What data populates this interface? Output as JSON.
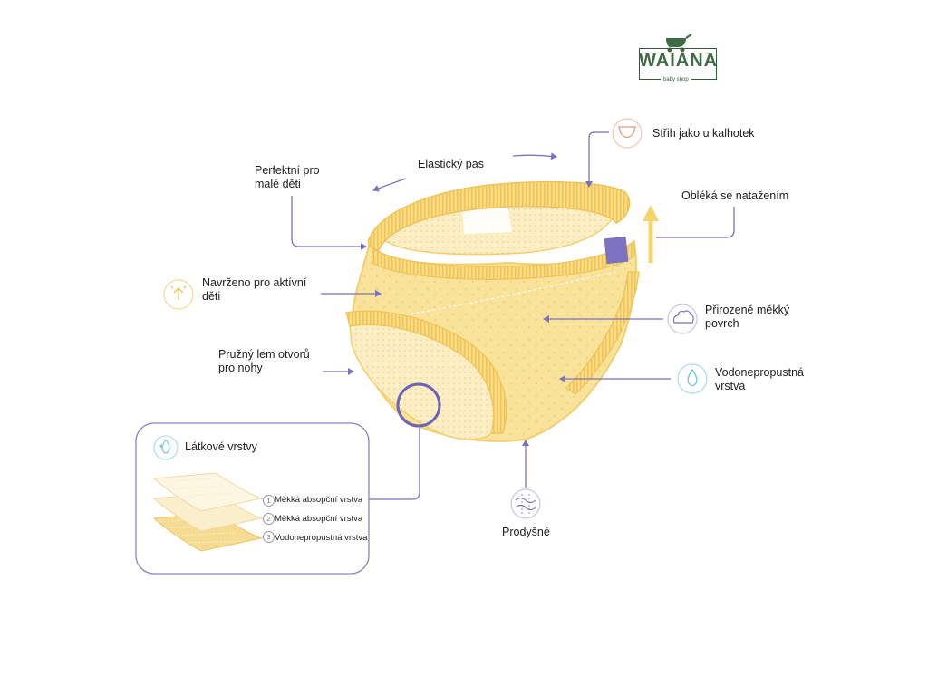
{
  "logo": {
    "word": "WAIANA",
    "sub": "baby shop",
    "color": "#3f6b45"
  },
  "colors": {
    "accent": "#7b72c1",
    "product": "#f9e39a",
    "product_dark": "#f2cf6e",
    "icon_blue": "#9dd4ea"
  },
  "callouts": {
    "elasticky_pas": "Elastický pas",
    "strih": "Střih jako u kalhotek",
    "perfektni": "Perfektní pro\nmalé děti",
    "oblek": "Obléká se natažením",
    "navrzeno": "Navrženo pro aktívní\nděti",
    "prirozene": "Přirozeně měkký\npovrch",
    "pruzny": "Pružný lem otvorů\npro nohy",
    "vodonepropustna": "Vodonepropustná\nvrstva",
    "prodysne": "Prodyšné"
  },
  "inset": {
    "title": "Látkové vrstvy",
    "layers": [
      {
        "num": "1",
        "label": "Měkká absopční vrstva"
      },
      {
        "num": "2",
        "label": "Měkká absopční vrstva"
      },
      {
        "num": "3",
        "label": "Vodonepropustná vrstva"
      }
    ]
  },
  "icons": [
    "underwear-icon",
    "sparkle-icon",
    "cloud-icon",
    "droplet-icon",
    "breathable-icon",
    "droplet-plus-icon"
  ]
}
